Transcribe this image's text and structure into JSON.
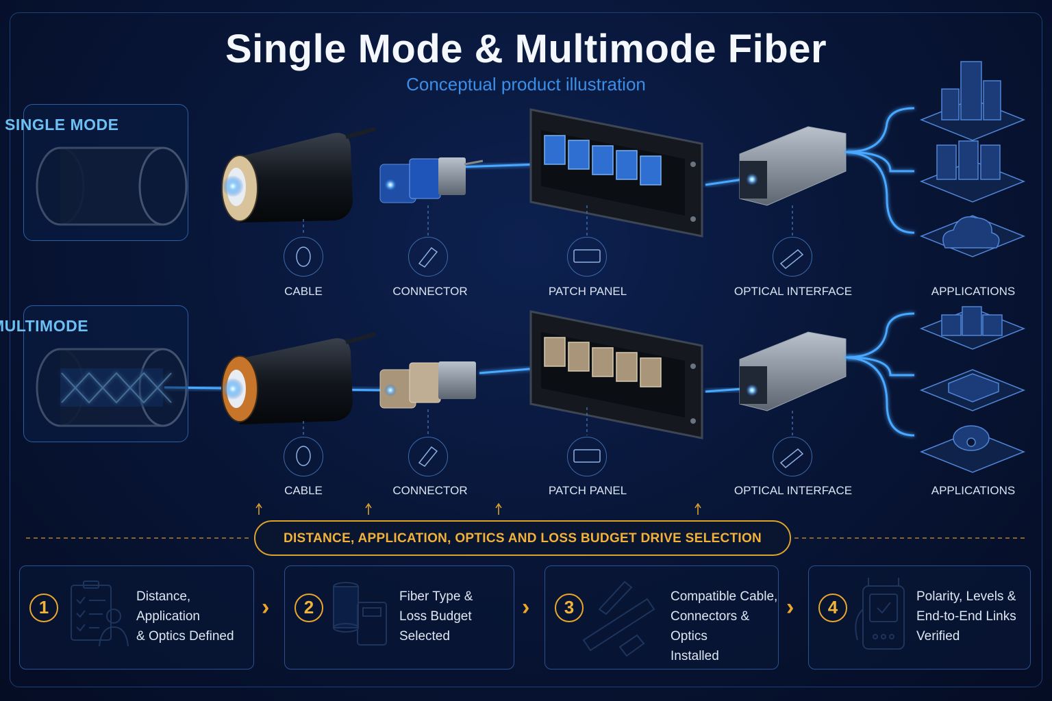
{
  "title": "Single Mode & Multimode Fiber",
  "subtitle": "Conceptual product illustration",
  "rows": [
    {
      "mode_label": "SINGLE MODE",
      "stages": [
        "CABLE",
        "CONNECTOR",
        "PATCH PANEL",
        "OPTICAL INTERFACE",
        "APPLICATIONS"
      ]
    },
    {
      "mode_label": "MULTIMODE",
      "stages": [
        "CABLE",
        "CONNECTOR",
        "PATCH PANEL",
        "OPTICAL INTERFACE",
        "APPLICATIONS"
      ]
    }
  ],
  "banner": "DISTANCE, APPLICATION, OPTICS AND LOSS BUDGET DRIVE SELECTION",
  "steps": [
    {
      "number": "1",
      "text": "Distance, Application\n& Optics Defined",
      "icon": "clipboard-checklist-icon"
    },
    {
      "number": "2",
      "text": "Fiber Type &\nLoss Budget Selected",
      "icon": "spool-calculator-icon"
    },
    {
      "number": "3",
      "text": "Compatible Cable,\nConnectors & Optics\nInstalled",
      "icon": "cable-connector-optics-icon"
    },
    {
      "number": "4",
      "text": "Polarity, Levels &\nEnd-to-End Links\nVerified",
      "icon": "fiber-tester-icon"
    }
  ],
  "colors": {
    "accent_blue": "#3d8ee6",
    "light_beam": "#4aa8ff",
    "amber": "#eaa72b",
    "background": "#07112a"
  }
}
